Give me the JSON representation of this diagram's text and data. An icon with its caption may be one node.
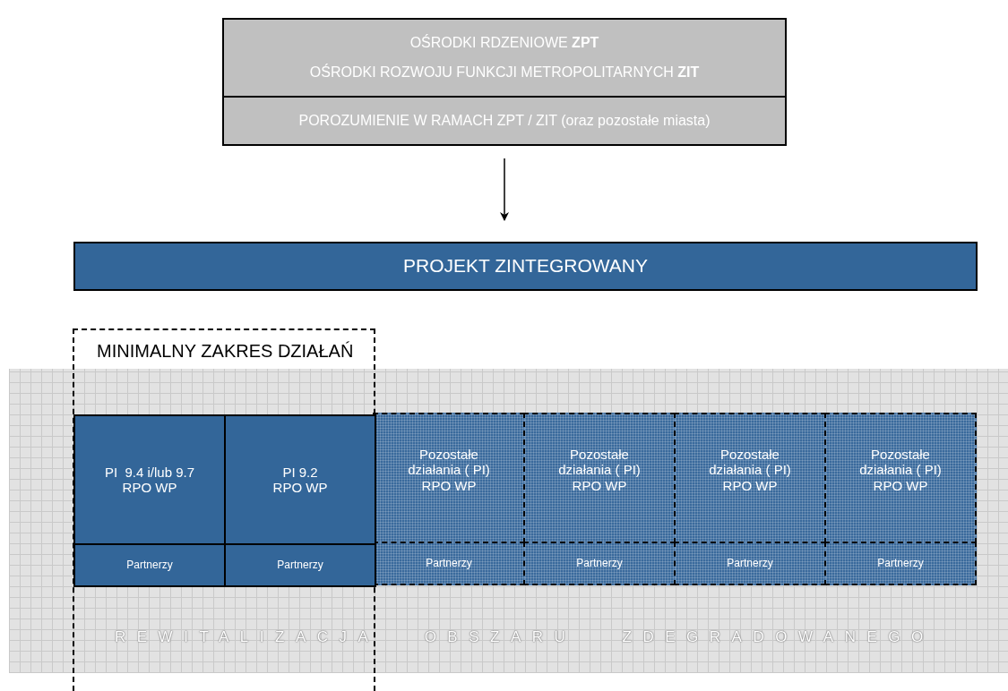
{
  "diagram": {
    "nodes": [
      {
        "text": [
          "OŚRODKI RDZENIOWE **ZPT**",
          "OŚRODKI ROZWOJU FUNKCJI METROPOLITARNYCH **ZIT**"
        ]
      },
      {
        "text": [
          "POROZUMIENIE W RAMACH ZPT / ZIT (oraz pozostałe miasta)"
        ]
      },
      {
        "text": [
          "PROJEKT ZINTEGROWANY"
        ]
      },
      {
        "text": [
          "REWITALIZACJA OBSZARU ZDEGRADOWANEGO"
        ]
      },
      {
        "text": [
          "MINIMALNY ZAKRES DZIAŁAŃ"
        ]
      },
      {
        "text": [
          "PI  9.4 i/lub 9.7 RPO WP"
        ],
        "in": 4
      },
      {
        "text": [
          "PI 9.2 RPO WP"
        ],
        "in": 4
      },
      {
        "text": [
          "Pozostałe działania ( PI) RPO WP"
        ],
        "in": 3
      },
      {
        "text": [
          "Pozostałe działania ( PI) RPO WP"
        ],
        "in": 3
      },
      {
        "text": [
          "Pozostałe działania ( PI) RPO WP"
        ],
        "in": 3
      },
      {
        "text": [
          "Pozostałe działania ( PI) RPO WP"
        ],
        "in": 3
      },
      {
        "text": [
          "Partnerzy"
        ],
        "in": 4
      },
      {
        "text": [
          "Partnerzy"
        ],
        "in": 4
      },
      {
        "text": [
          "Partnerzy"
        ],
        "in": 3
      },
      {
        "text": [
          "Partnerzy"
        ],
        "in": 3
      },
      {
        "text": [
          "Partnerzy"
        ],
        "in": 3
      },
      {
        "text": [
          "Partnerzy"
        ],
        "in": 3
      }
    ],
    "edges": [
      {
        "from": 1,
        "to": 2,
        "arrow": "to"
      }
    ]
  }
}
